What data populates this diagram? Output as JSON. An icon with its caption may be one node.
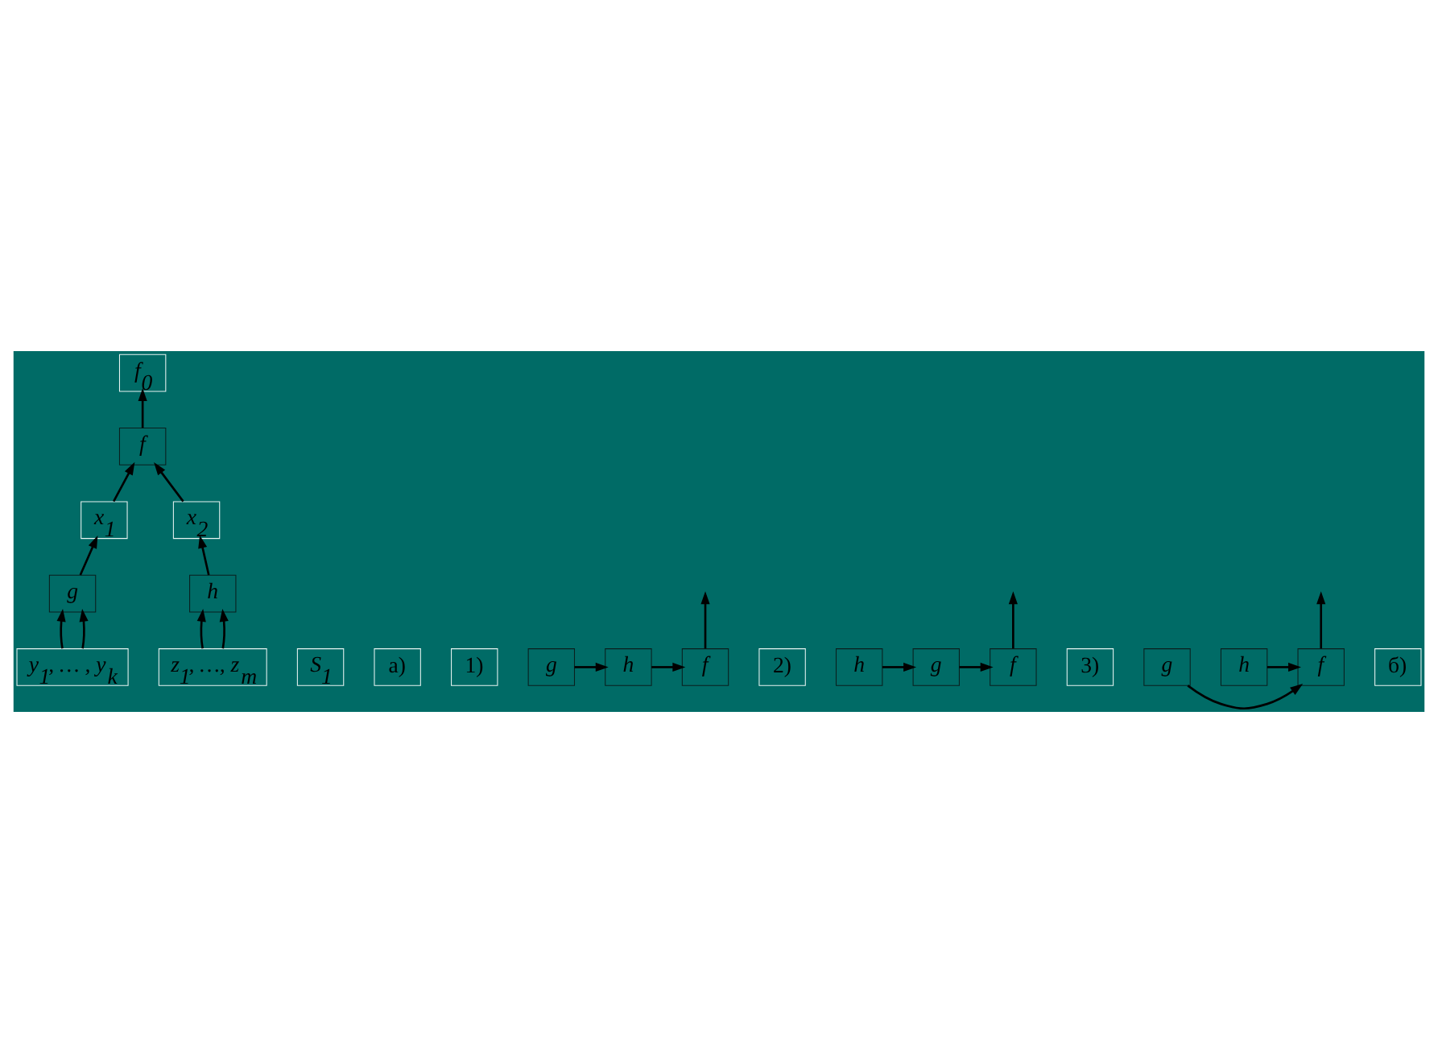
{
  "diagram": {
    "nodes": [
      {
        "text": [
          "f$_{0}$"
        ]
      },
      {
        "text": [
          "f"
        ]
      },
      {
        "text": [
          "S$_{1}$"
        ]
      },
      {
        "text": [
          "x$_{1}$"
        ]
      },
      {
        "text": [
          "x$_{2}$"
        ]
      },
      {
        "text": [
          "g"
        ]
      },
      {
        "text": [
          "h"
        ]
      },
      {
        "text": [
          "y$_{1}$, … , y$_{k}$"
        ]
      },
      {
        "text": [
          "z$_{1}$, …, z$_{m}$"
        ]
      },
      {
        "text": [
          "а)"
        ]
      },
      {
        "text": [
          "1)"
        ]
      },
      {
        "text": [
          "g"
        ]
      },
      {
        "text": [
          "h"
        ]
      },
      {
        "text": [
          "f"
        ]
      },
      {
        "text": [
          "2)"
        ]
      },
      {
        "text": [
          "h"
        ]
      },
      {
        "text": [
          "g"
        ]
      },
      {
        "text": [
          "f"
        ]
      },
      {
        "text": [
          "3)"
        ]
      },
      {
        "text": [
          "g"
        ]
      },
      {
        "text": [
          "h"
        ]
      },
      {
        "text": [
          "f"
        ]
      },
      {
        "text": [
          "б)"
        ]
      }
    ],
    "edges": [
      {
        "from": 1,
        "to": 0,
        "arrow": "to"
      },
      {
        "from": 3,
        "to": 1,
        "arrow": "to"
      },
      {
        "from": 4,
        "to": 1,
        "arrow": "to"
      },
      {
        "from": 5,
        "to": 3,
        "arrow": "to"
      },
      {
        "from": 6,
        "to": 4,
        "arrow": "to"
      },
      {
        "from": 7,
        "to": 5,
        "arrow": "to"
      },
      {
        "from": 7,
        "to": 5,
        "arrow": "to"
      },
      {
        "from": 8,
        "to": 6,
        "arrow": "to"
      },
      {
        "from": 8,
        "to": 6,
        "arrow": "to"
      },
      {
        "from": 11,
        "to": 12,
        "arrow": "to"
      },
      {
        "from": 12,
        "to": 13,
        "arrow": "to"
      },
      {
        "from": 13,
        "to": null,
        "arrow": "to"
      },
      {
        "from": 15,
        "to": 16,
        "arrow": "to"
      },
      {
        "from": 16,
        "to": 17,
        "arrow": "to"
      },
      {
        "from": 17,
        "to": null,
        "arrow": "to"
      },
      {
        "from": 19,
        "to": 21,
        "arrow": "to"
      },
      {
        "from": 20,
        "to": 21,
        "arrow": "to"
      },
      {
        "from": 21,
        "to": null,
        "arrow": "to"
      }
    ]
  }
}
